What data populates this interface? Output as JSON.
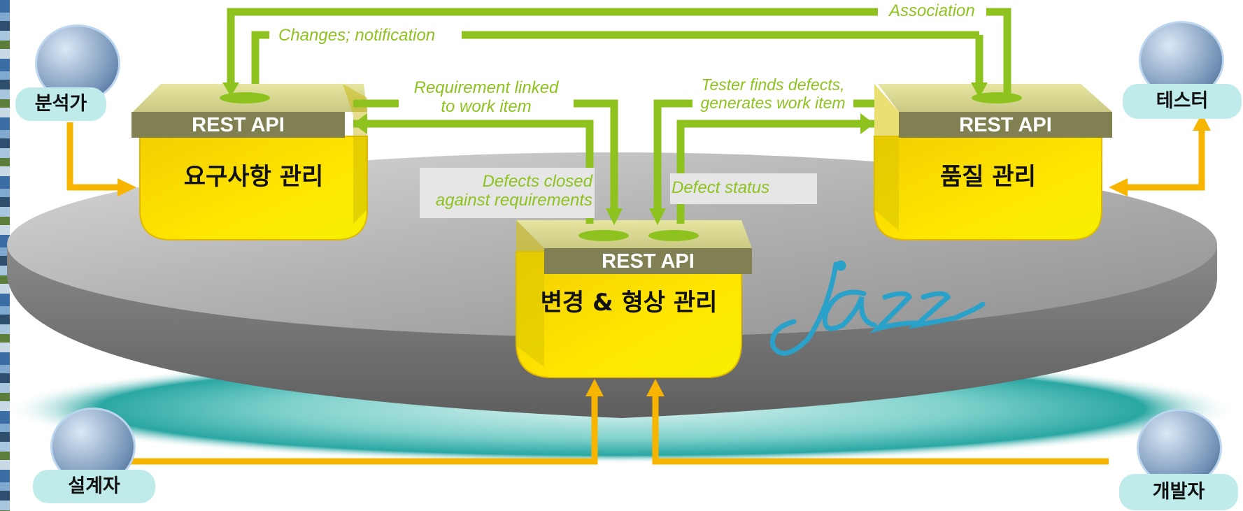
{
  "colors": {
    "flow_arrow": "#8dc21f",
    "actor_arrow": "#f7b500",
    "box_yellow": "#ffe600",
    "rest_band": "#808053",
    "platform_gray": "#b3b3b3",
    "teal_glow": "#2aa7a3",
    "role_pill": "#bfecea",
    "jazz_logo": "#2aa1c8"
  },
  "boxes": {
    "requirements": {
      "rest_label": "REST API",
      "title": "요구사항 관리"
    },
    "quality": {
      "rest_label": "REST API",
      "title": "품질 관리"
    },
    "change": {
      "rest_label": "REST API",
      "title": "변경 & 형상 관리"
    }
  },
  "flows": {
    "association": "Association",
    "changes_notification": "Changes; notification",
    "requirement_linked": "Requirement linked\nto work item",
    "tester_finds": "Tester finds defects,\ngenerates work item",
    "defects_closed": "Defects closed\nagainst requirements",
    "defect_status": "Defect status"
  },
  "roles": {
    "analyst": {
      "label": "분석가",
      "icon": "person-photo-icon"
    },
    "tester": {
      "label": "테스터",
      "icon": "person-photo-icon"
    },
    "designer": {
      "label": "설계자",
      "icon": "person-photo-icon"
    },
    "developer": {
      "label": "개발자",
      "icon": "person-photo-icon"
    }
  },
  "logo": {
    "name": "jazz-logo",
    "text": "jazz"
  }
}
